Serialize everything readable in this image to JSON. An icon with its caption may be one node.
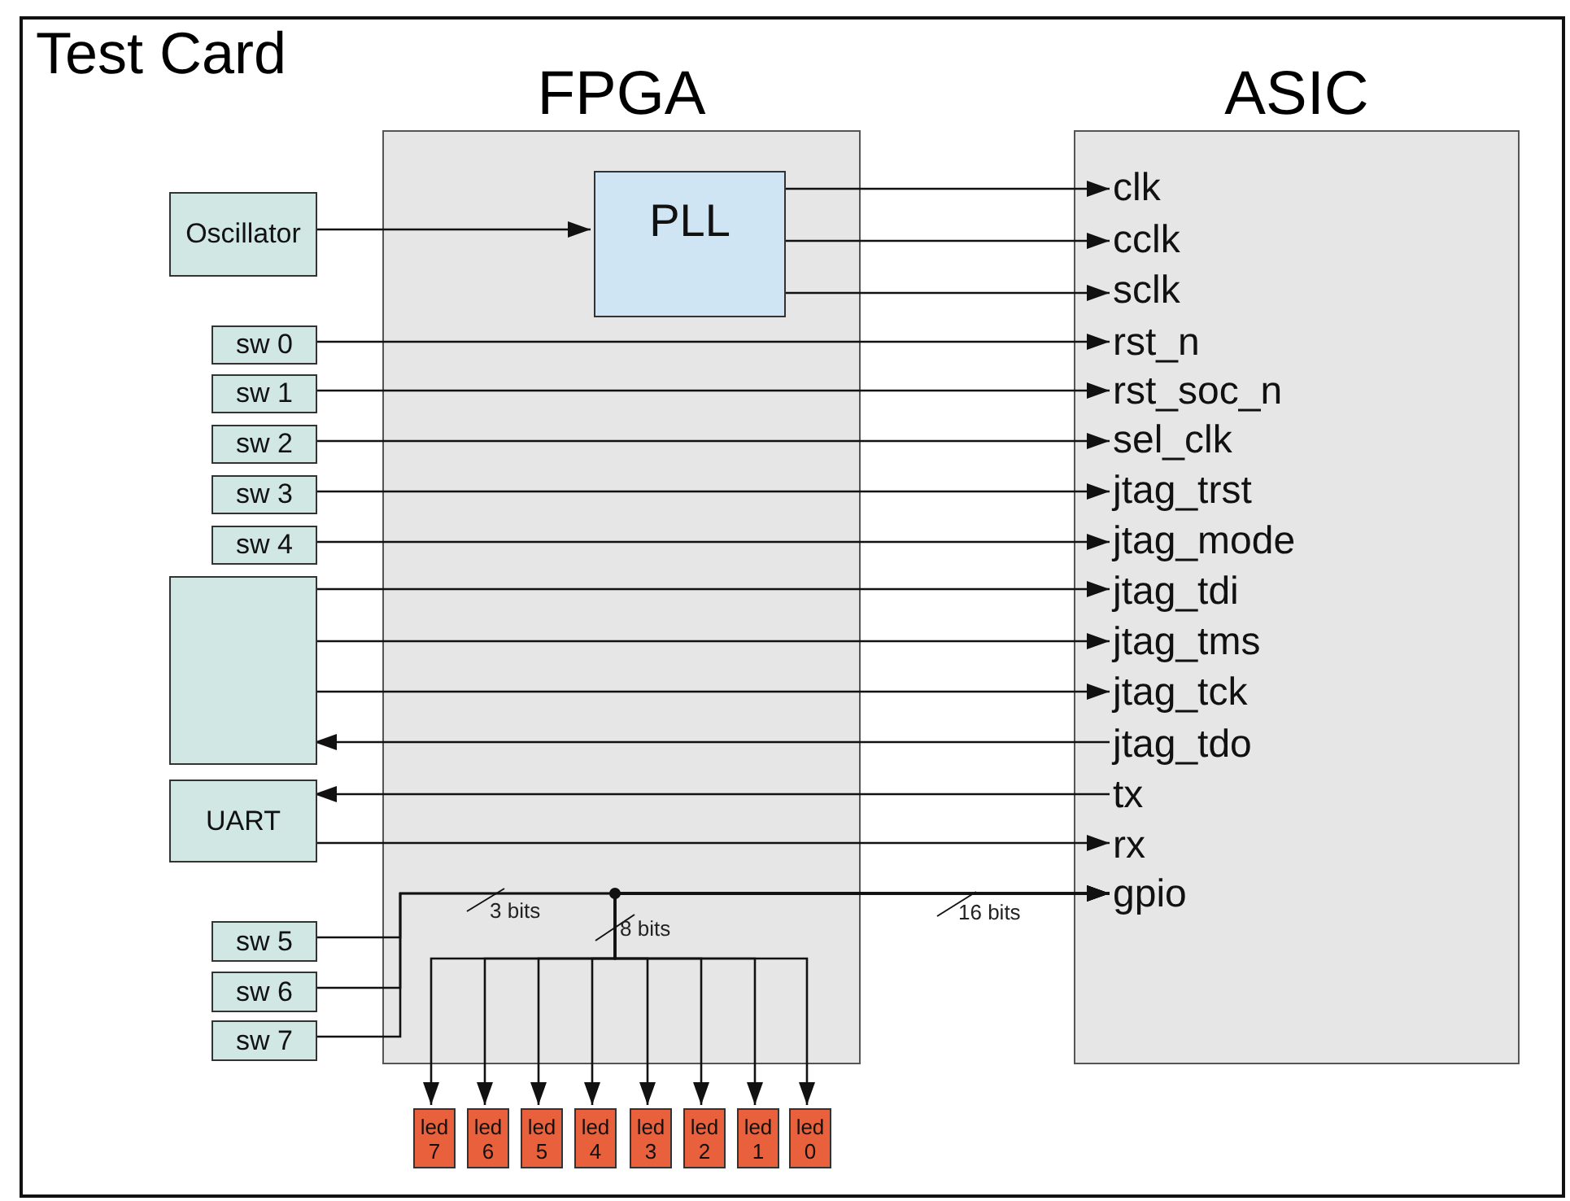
{
  "diagram": {
    "nodes": [
      {
        "text": [
          "Test Card"
        ]
      },
      {
        "text": [
          "FPGA"
        ],
        "in": 0
      },
      {
        "text": [
          "ASIC"
        ],
        "in": 0
      },
      {
        "text": [
          "Oscillator"
        ],
        "in": 0
      },
      {
        "text": [
          "PLL"
        ],
        "in": 1
      },
      {
        "text": [
          "sw 0"
        ],
        "in": 0
      },
      {
        "text": [
          "sw 1"
        ],
        "in": 0
      },
      {
        "text": [
          "sw 2"
        ],
        "in": 0
      },
      {
        "text": [
          "sw 3"
        ],
        "in": 0
      },
      {
        "text": [
          "sw 4"
        ],
        "in": 0
      },
      {
        "text": [],
        "shape": "box",
        "in": 0
      },
      {
        "text": [
          "UART"
        ],
        "in": 0
      },
      {
        "text": [
          "sw 5"
        ],
        "in": 0
      },
      {
        "text": [
          "sw 6"
        ],
        "in": 0
      },
      {
        "text": [
          "sw 7"
        ],
        "in": 0
      },
      {
        "text": [
          "led 7"
        ],
        "in": 0
      },
      {
        "text": [
          "led 6"
        ],
        "in": 0
      },
      {
        "text": [
          "led 5"
        ],
        "in": 0
      },
      {
        "text": [
          "led 4"
        ],
        "in": 0
      },
      {
        "text": [
          "led 3"
        ],
        "in": 0
      },
      {
        "text": [
          "led 2"
        ],
        "in": 0
      },
      {
        "text": [
          "led 1"
        ],
        "in": 0
      },
      {
        "text": [
          "led 0"
        ],
        "in": 0
      },
      {
        "text": [
          "clk"
        ],
        "in": 2
      },
      {
        "text": [
          "cclk"
        ],
        "in": 2
      },
      {
        "text": [
          "sclk"
        ],
        "in": 2
      },
      {
        "text": [
          "rst_n"
        ],
        "in": 2
      },
      {
        "text": [
          "rst_soc_n"
        ],
        "in": 2
      },
      {
        "text": [
          "sel_clk"
        ],
        "in": 2
      },
      {
        "text": [
          "jtag_trst"
        ],
        "in": 2
      },
      {
        "text": [
          "jtag_mode"
        ],
        "in": 2
      },
      {
        "text": [
          "jtag_tdi"
        ],
        "in": 2
      },
      {
        "text": [
          "jtag_tms"
        ],
        "in": 2
      },
      {
        "text": [
          "jtag_tck"
        ],
        "in": 2
      },
      {
        "text": [
          "jtag_tdo"
        ],
        "in": 2
      },
      {
        "text": [
          "tx"
        ],
        "in": 2
      },
      {
        "text": [
          "rx"
        ],
        "in": 2
      },
      {
        "text": [
          "gpio"
        ],
        "in": 2
      }
    ],
    "edges": [
      {
        "from": 3,
        "to": 4,
        "arrow": "to"
      },
      {
        "from": 4,
        "to": 23,
        "arrow": "to"
      },
      {
        "from": 4,
        "to": 24,
        "arrow": "to"
      },
      {
        "from": 4,
        "to": 25,
        "arrow": "to"
      },
      {
        "from": 5,
        "to": 26,
        "arrow": "to"
      },
      {
        "from": 6,
        "to": 27,
        "arrow": "to"
      },
      {
        "from": 7,
        "to": 28,
        "arrow": "to"
      },
      {
        "from": 8,
        "to": 29,
        "arrow": "to"
      },
      {
        "from": 9,
        "to": 30,
        "arrow": "to"
      },
      {
        "from": 10,
        "to": 31,
        "arrow": "to"
      },
      {
        "from": 10,
        "to": 32,
        "arrow": "to"
      },
      {
        "from": 10,
        "to": 33,
        "arrow": "to"
      },
      {
        "from": 34,
        "to": 10,
        "arrow": "to"
      },
      {
        "from": 35,
        "to": 11,
        "arrow": "to"
      },
      {
        "from": 11,
        "to": 36,
        "arrow": "to"
      },
      {
        "from": 12,
        "to": 37,
        "arrow": "to"
      },
      {
        "from": 13,
        "to": 37,
        "arrow": "to"
      },
      {
        "from": 14,
        "to": 37,
        "arrow": "to"
      },
      {
        "from": 37,
        "to": 15,
        "arrow": "to"
      },
      {
        "from": 37,
        "to": 16,
        "arrow": "to"
      },
      {
        "from": 37,
        "to": 17,
        "arrow": "to"
      },
      {
        "from": 37,
        "to": 18,
        "arrow": "to"
      },
      {
        "from": 37,
        "to": 19,
        "arrow": "to"
      },
      {
        "from": 37,
        "to": 20,
        "arrow": "to"
      },
      {
        "from": 37,
        "to": 21,
        "arrow": "to"
      },
      {
        "from": 37,
        "to": 22,
        "arrow": "to"
      }
    ],
    "labels": [
      "3 bits",
      "8 bits",
      "16 bits"
    ]
  }
}
